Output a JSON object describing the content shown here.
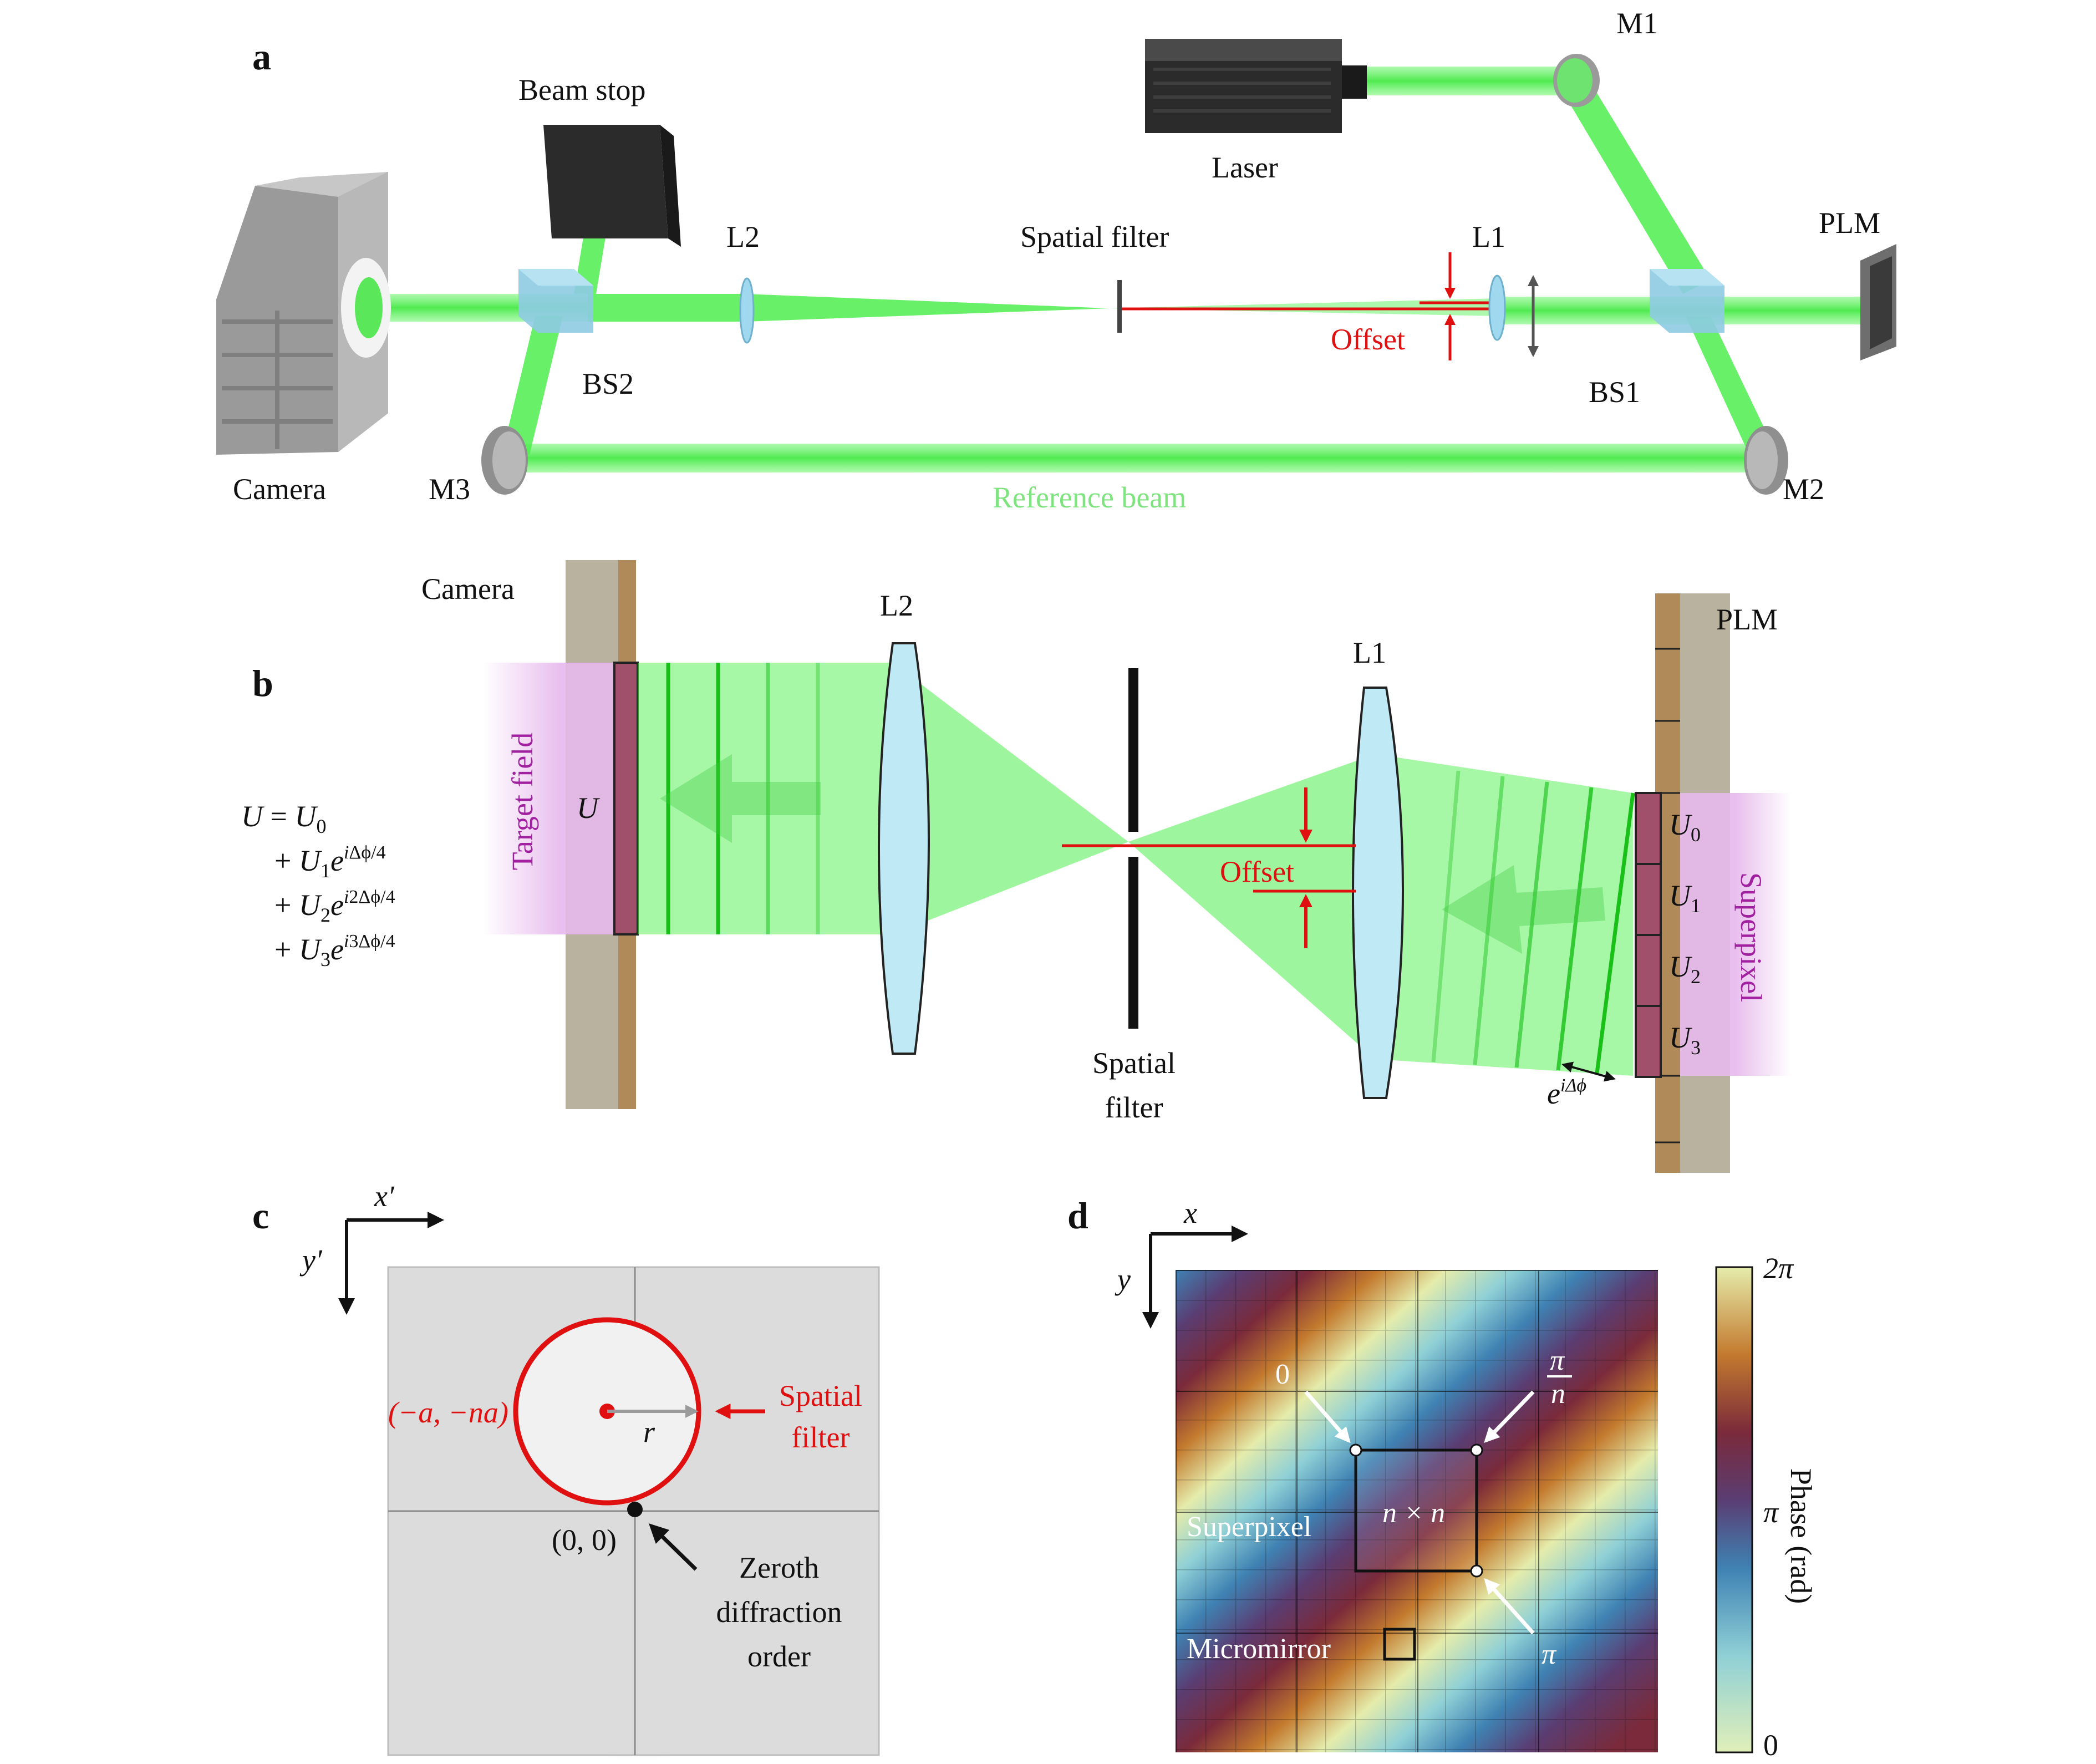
{
  "panels": {
    "a": {
      "label": "a",
      "components": {
        "laser": "Laser",
        "m1": "M1",
        "beam_stop": "Beam stop",
        "l2": "L2",
        "spatial_filter": "Spatial filter",
        "l1": "L1",
        "plm": "PLM",
        "bs2": "BS2",
        "bs1": "BS1",
        "offset": "Offset",
        "camera": "Camera",
        "m3": "M3",
        "m2": "M2",
        "reference_beam": "Reference beam"
      }
    },
    "b": {
      "label": "b",
      "camera": "Camera",
      "l2": "L2",
      "l1": "L1",
      "plm": "PLM",
      "target_field": "Target field",
      "u_symbol": "U",
      "spatial_filter_line1": "Spatial",
      "spatial_filter_line2": "filter",
      "offset": "Offset",
      "superpixel": "Superpixel",
      "equation_lines": [
        "U = U₀",
        "+ U₁e^{iΔϕ/4}",
        "+ U₂e^{i2Δϕ/4}",
        "+ U₃e^{i3Δϕ/4}"
      ],
      "u_cells": [
        "U0",
        "U1",
        "U2",
        "U3"
      ],
      "phase_step": "eiΔϕ"
    },
    "c": {
      "label": "c",
      "x_axis": "x′",
      "y_axis": "y′",
      "center_label": "(−a, −na)",
      "radius_label": "r",
      "spatial_filter_line1": "Spatial",
      "spatial_filter_line2": "filter",
      "origin_label": "(0, 0)",
      "zeroth_line1": "Zeroth",
      "zeroth_line2": "diffraction",
      "zeroth_line3": "order"
    },
    "d": {
      "label": "d",
      "x_axis": "x",
      "y_axis": "y",
      "corner_0": "0",
      "corner_pi_n_num": "π",
      "corner_pi_n_den": "n",
      "corner_pi": "π",
      "box_label": "n × n",
      "superpixel": "Superpixel",
      "micromirror": "Micromirror",
      "colorbar_title": "Phase (rad)",
      "colorbar_ticks": [
        "2π",
        "π",
        "0"
      ],
      "colormap": [
        "#e5ecab",
        "#d9b44a",
        "#a8582a",
        "#6e2a3e",
        "#5a3d72",
        "#3f82b3",
        "#8fd0d6",
        "#d6ecc4"
      ]
    }
  },
  "colors": {
    "beam_green": "#5cf05c",
    "accent_red": "#e01010",
    "purple": "#a020a0",
    "lens_blue": "#bfe9f5"
  }
}
